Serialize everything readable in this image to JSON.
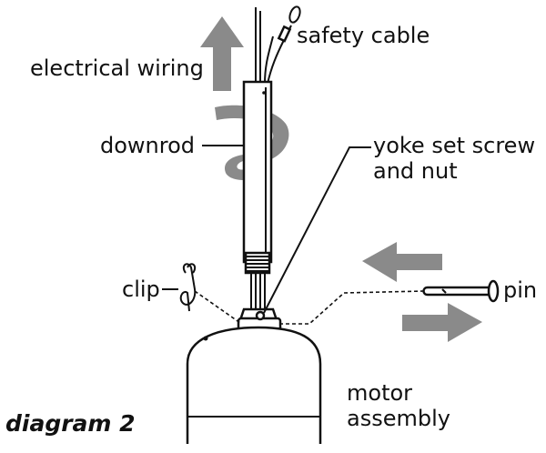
{
  "labels": {
    "safety_cable": "safety cable",
    "electrical_wiring": "electrical wiring",
    "downrod": "downrod",
    "yoke_line1": "yoke set screw",
    "yoke_line2": "and nut",
    "clip": "clip",
    "pin": "pin",
    "motor_line1": "motor",
    "motor_line2": "assembly"
  },
  "caption": "diagram 2",
  "colors": {
    "line": "#111111",
    "arrow": "#8a8a8a",
    "background": "#ffffff"
  },
  "icons": {
    "up_arrow": "arrow-up-icon",
    "rotation_arrow": "rotate-icon",
    "left_arrow": "arrow-left-icon",
    "right_arrow": "arrow-right-icon"
  }
}
